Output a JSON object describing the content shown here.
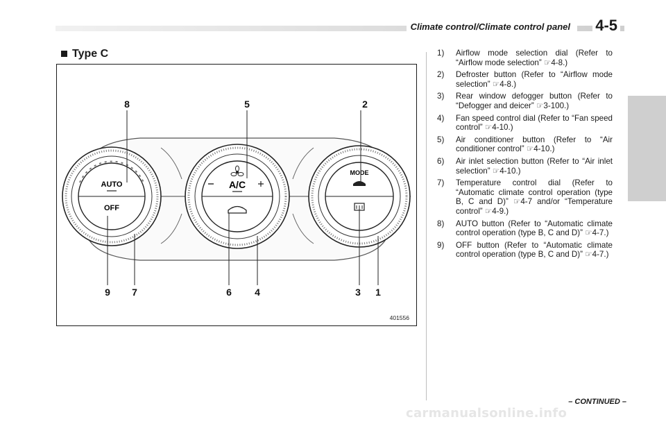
{
  "header": {
    "title": "Climate control/Climate control panel",
    "page_number": "4-5"
  },
  "section": {
    "heading": "Type C"
  },
  "figure": {
    "code": "401556",
    "panel_labels": {
      "auto": "AUTO",
      "off": "OFF",
      "ac": "A/C",
      "mode": "MODE"
    },
    "callouts": {
      "top": [
        "8",
        "5",
        "2"
      ],
      "bottom": [
        "9",
        "7",
        "6",
        "4",
        "3",
        "1"
      ]
    }
  },
  "legend": [
    {
      "num": "1)",
      "text": "Airflow mode selection dial (Refer to “Airflow mode selection” ☞4-8.)"
    },
    {
      "num": "2)",
      "text": "Defroster button (Refer to “Airflow mode selection” ☞4-8.)"
    },
    {
      "num": "3)",
      "text": "Rear window defogger button (Refer to “Defogger and deicer” ☞3-100.)"
    },
    {
      "num": "4)",
      "text": "Fan speed control dial (Refer to “Fan speed control” ☞4-10.)"
    },
    {
      "num": "5)",
      "text": "Air conditioner button (Refer to “Air conditioner control” ☞4-10.)"
    },
    {
      "num": "6)",
      "text": "Air inlet selection button (Refer to “Air inlet selection” ☞4-10.)"
    },
    {
      "num": "7)",
      "text": "Temperature control dial (Refer to “Automatic climate control operation (type B, C and D)” ☞4-7 and/or “Temperature control” ☞4-9.)"
    },
    {
      "num": "8)",
      "text": "AUTO button (Refer to “Automatic climate control operation (type B, C and D)” ☞4-7.)"
    },
    {
      "num": "9)",
      "text": "OFF button (Refer to “Automatic climate control operation (type B, C and D)” ☞4-7.)"
    }
  ],
  "footer": {
    "continued": "– CONTINUED –",
    "watermark": "carmanualsonline.info"
  }
}
